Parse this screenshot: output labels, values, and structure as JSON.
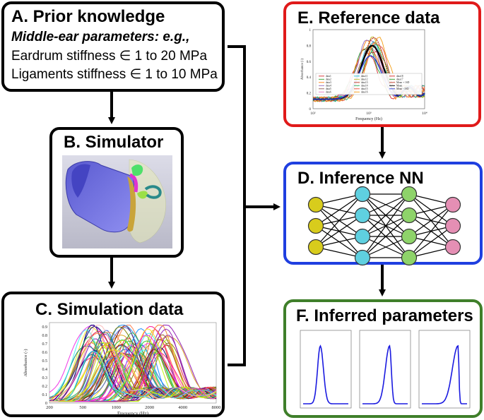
{
  "panelA": {
    "title": "A. Prior knowledge",
    "subtitle": "Middle-ear parameters: e.g.,",
    "lines": [
      "Eardrum stiffness ∈ 1 to 20 MPa",
      "Ligaments stiffness ∈ 1 to 10 MPa"
    ]
  },
  "panelB": {
    "title": "B.  Simulator"
  },
  "panelC": {
    "title": "C.  Simulation data",
    "xlabel": "Frequency (Hz)",
    "ylabel": "Absorbance (-)",
    "xticks": [
      "200",
      "500",
      "1000",
      "2000",
      "4000",
      "8000"
    ],
    "yticks": [
      "0",
      "0.1",
      "0.2",
      "0.3",
      "0.4",
      "0.5",
      "0.6",
      "0.7",
      "0.8",
      "0.9"
    ]
  },
  "panelD": {
    "title": "D.  Inference NN",
    "layers": [
      3,
      4,
      4,
      3
    ],
    "colors": [
      "#d8cc1c",
      "#5fd0e0",
      "#8ed36a",
      "#e58fb4"
    ]
  },
  "panelE": {
    "title": "E.  Reference data",
    "xlabel": "Frequency (Hz)",
    "ylabel": "Absorbance (-)",
    "xticks": [
      "10²",
      "10³",
      "10⁴"
    ],
    "yticks": [
      "0",
      "0.2",
      "0.4",
      "0.6",
      "0.8",
      "1"
    ],
    "legend": [
      "data1",
      "data2",
      "data3",
      "data4",
      "data5",
      "data6",
      "data11",
      "data12",
      "data13",
      "data14",
      "data15",
      "data16",
      "data18",
      "data17",
      "Mean + 1SD",
      "Mean",
      "Mean - 1SD"
    ]
  },
  "panelF": {
    "title": "F.  Inferred parameters"
  }
}
